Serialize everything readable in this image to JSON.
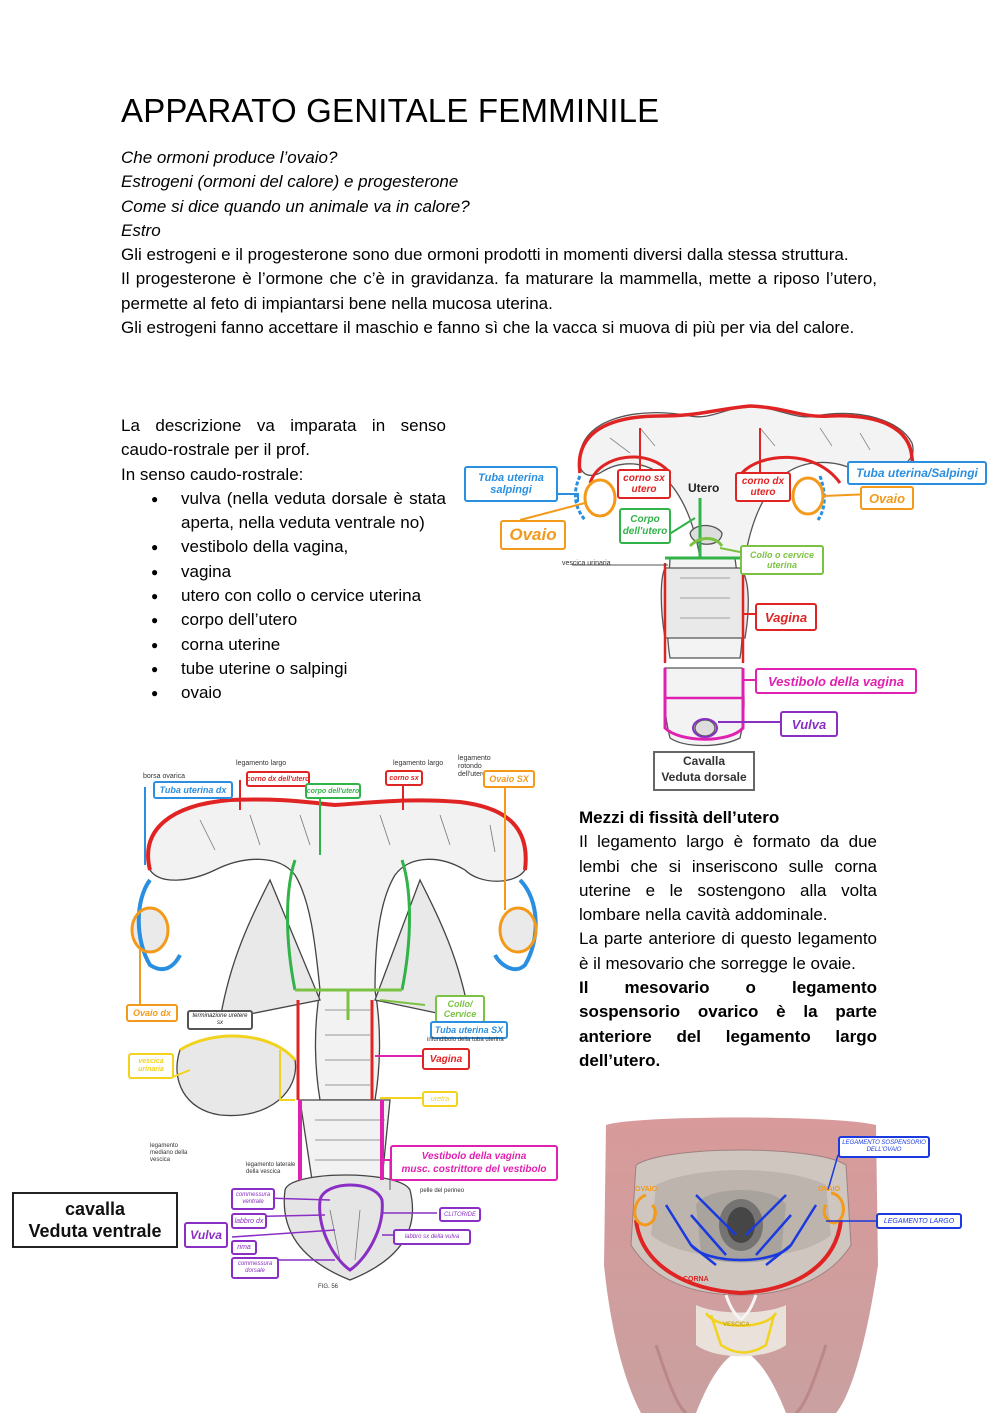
{
  "title": "APPARATO GENITALE FEMMINILE",
  "intro": {
    "q1": "Che ormoni produce l’ovaio?",
    "a1": "Estrogeni (ormoni del calore) e progesterone",
    "q2": "Come si dice quando un animale va in calore?",
    "a2": "Estro",
    "p1": "Gli estrogeni e il progesterone sono due ormoni prodotti in momenti diversi dalla stessa struttura.",
    "p2": "Il progesterone è l’ormone che c’è in gravidanza. fa maturare la mammella, mette a riposo l’utero, permette al feto di impiantarsi bene nella mucosa uterina.",
    "p3": "Gli estrogeni fanno accettare il maschio e fanno sì che la vacca si muova di più per via del calore."
  },
  "description": {
    "p1": "La descrizione va imparata in senso caudo-rostrale per il prof.",
    "p2": "In senso caudo-rostrale:",
    "items": [
      "vulva (nella veduta dorsale è stata aperta, nella veduta ventrale no)",
      "vestibolo della vagina,",
      "vagina",
      "utero con collo o cervice uterina",
      "corpo dell’utero",
      "corna uterine",
      "tube uterine o salpingi",
      "ovaio"
    ]
  },
  "fissita": {
    "heading": "Mezzi di fissità dell’utero",
    "p1": "Il legamento largo è formato da due lembi che si inseriscono sulle corna uterine e le sostengono alla volta lombare nella cavità addominale.",
    "p2": "La parte anteriore di questo legamento è il mesovario che sorregge le ovaie.",
    "p3": "Il mesovario o legamento sospensorio ovarico è la parte anteriore del legamento largo dell’utero."
  },
  "dorsal": {
    "caption1": "Cavalla",
    "caption2": "Veduta dorsale",
    "utero": "Utero",
    "vescica": "vescica urinaria",
    "tuba_left": "Tuba uterina salpingi",
    "tuba_right": "Tuba uterina/Salpingi",
    "corno_sx": "corno sx utero",
    "corno_dx": "corno dx utero",
    "ovaio_left": "Ovaio",
    "ovaio_right": "Ovaio",
    "corpo": "Corpo dell'utero",
    "collo": "Collo o cervice uterina",
    "vagina": "Vagina",
    "vestibolo": "Vestibolo della vagina",
    "vulva": "Vulva"
  },
  "ventral": {
    "caption1": "cavalla",
    "caption2": "Veduta ventrale",
    "borsa": "borsa ovarica",
    "leg_largo1": "legamento largo",
    "leg_largo2": "legamento largo",
    "leg_rotondo": "legamento rotondo dell'utero",
    "tuba_dx": "Tuba uterina dx",
    "corno_dx": "corno dx dell'utero",
    "corpo": "corpo dell'utero",
    "corno_sx": "corno sx",
    "ovaio_sx": "Ovaio SX",
    "ovaio_dx": "Ovaio dx",
    "terminazione": "terminazione uretere sx",
    "collo": "Collo/ Cervice",
    "tuba_sx": "Tuba uterina SX",
    "infundibolo": "infundibolo della tuba uterina",
    "vescica": "vescica urinaria",
    "vagina": "Vagina",
    "uretra": "uretra",
    "leg_mediano": "legamento mediano della vescica",
    "leg_laterale": "legamento laterale della vescica",
    "vestibolo1": "Vestibolo della vagina",
    "vestibolo2": "musc. costrittore del vestibolo",
    "pelle": "pelle del perineo",
    "commessura_v": "commessura ventrale",
    "labbro_dx": "labbro dx",
    "rima": "rima",
    "commessura_d": "commessura dorsale",
    "clitoride": "CLITORIDE",
    "labbro_sx": "labbro sx della vulva",
    "vulva": "Vulva",
    "fig": "FIG. 56"
  },
  "abdomen": {
    "leg_sosp": "LEGAMENTO SOSPENSORIO DELL'OVAIO",
    "leg_largo": "LEGAMENTO LARGO",
    "ovaio_l": "OVAIO",
    "ovaio_r": "OVAIO",
    "corna": "CORNA",
    "vescica": "VESCICA"
  },
  "colors": {
    "red": "#e02424",
    "blue": "#2a8fe0",
    "orange": "#f39a1b",
    "green": "#32b34a",
    "lime": "#7cc242",
    "pink": "#e020b0",
    "purple": "#8a2fc4",
    "yellow": "#f1d31e",
    "darkblue": "#1a3adf"
  }
}
